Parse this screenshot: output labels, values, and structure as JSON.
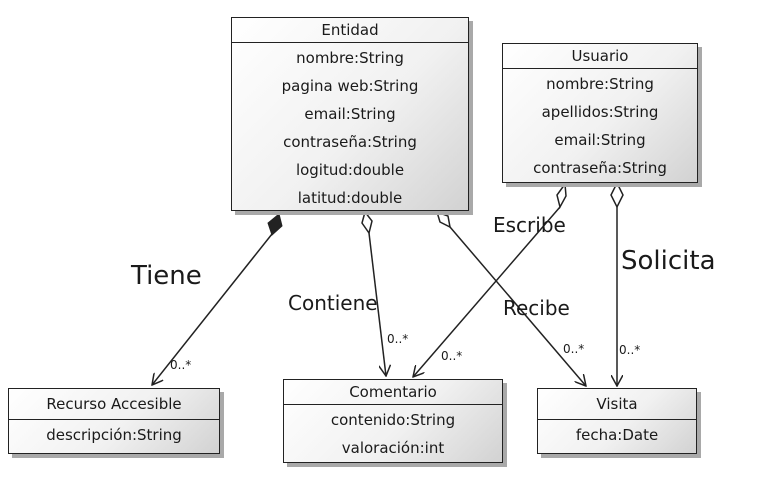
{
  "classes": {
    "entidad": {
      "name": "Entidad",
      "attributes": [
        "nombre:String",
        "pagina web:String",
        "email:String",
        "contraseña:String",
        "logitud:double",
        "latitud:double"
      ]
    },
    "usuario": {
      "name": "Usuario",
      "attributes": [
        "nombre:String",
        "apellidos:String",
        "email:String",
        "contraseña:String"
      ]
    },
    "recurso": {
      "name": "Recurso Accesible",
      "attributes": [
        "descripción:String"
      ]
    },
    "comentario": {
      "name": "Comentario",
      "attributes": [
        "contenido:String",
        "valoración:int"
      ]
    },
    "visita": {
      "name": "Visita",
      "attributes": [
        "fecha:Date"
      ]
    }
  },
  "associations": {
    "tiene": {
      "label": "Tiene",
      "multiplicity": "0..*",
      "kind": "composition"
    },
    "contiene": {
      "label": "Contiene",
      "multiplicity": "0..*",
      "kind": "aggregation"
    },
    "recibe": {
      "label": "Recibe",
      "multiplicity": "0..*",
      "kind": "aggregation"
    },
    "escribe": {
      "label": "Escribe",
      "multiplicity": "0..*",
      "kind": "aggregation"
    },
    "solicita": {
      "label": "Solicita",
      "multiplicity": "0..*",
      "kind": "aggregation"
    }
  }
}
